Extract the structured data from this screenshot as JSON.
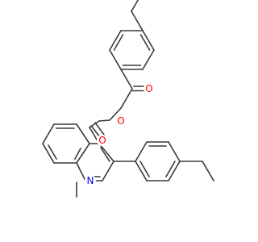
{
  "atoms": [
    {
      "symbol": "O",
      "color": "#ff0000"
    },
    {
      "symbol": "O",
      "color": "#ff0000"
    },
    {
      "symbol": "O",
      "color": "#ff0000"
    },
    {
      "symbol": "N",
      "color": "#0000ff"
    }
  ],
  "bond_color": "#3a3a3a",
  "background": "#ffffff"
}
